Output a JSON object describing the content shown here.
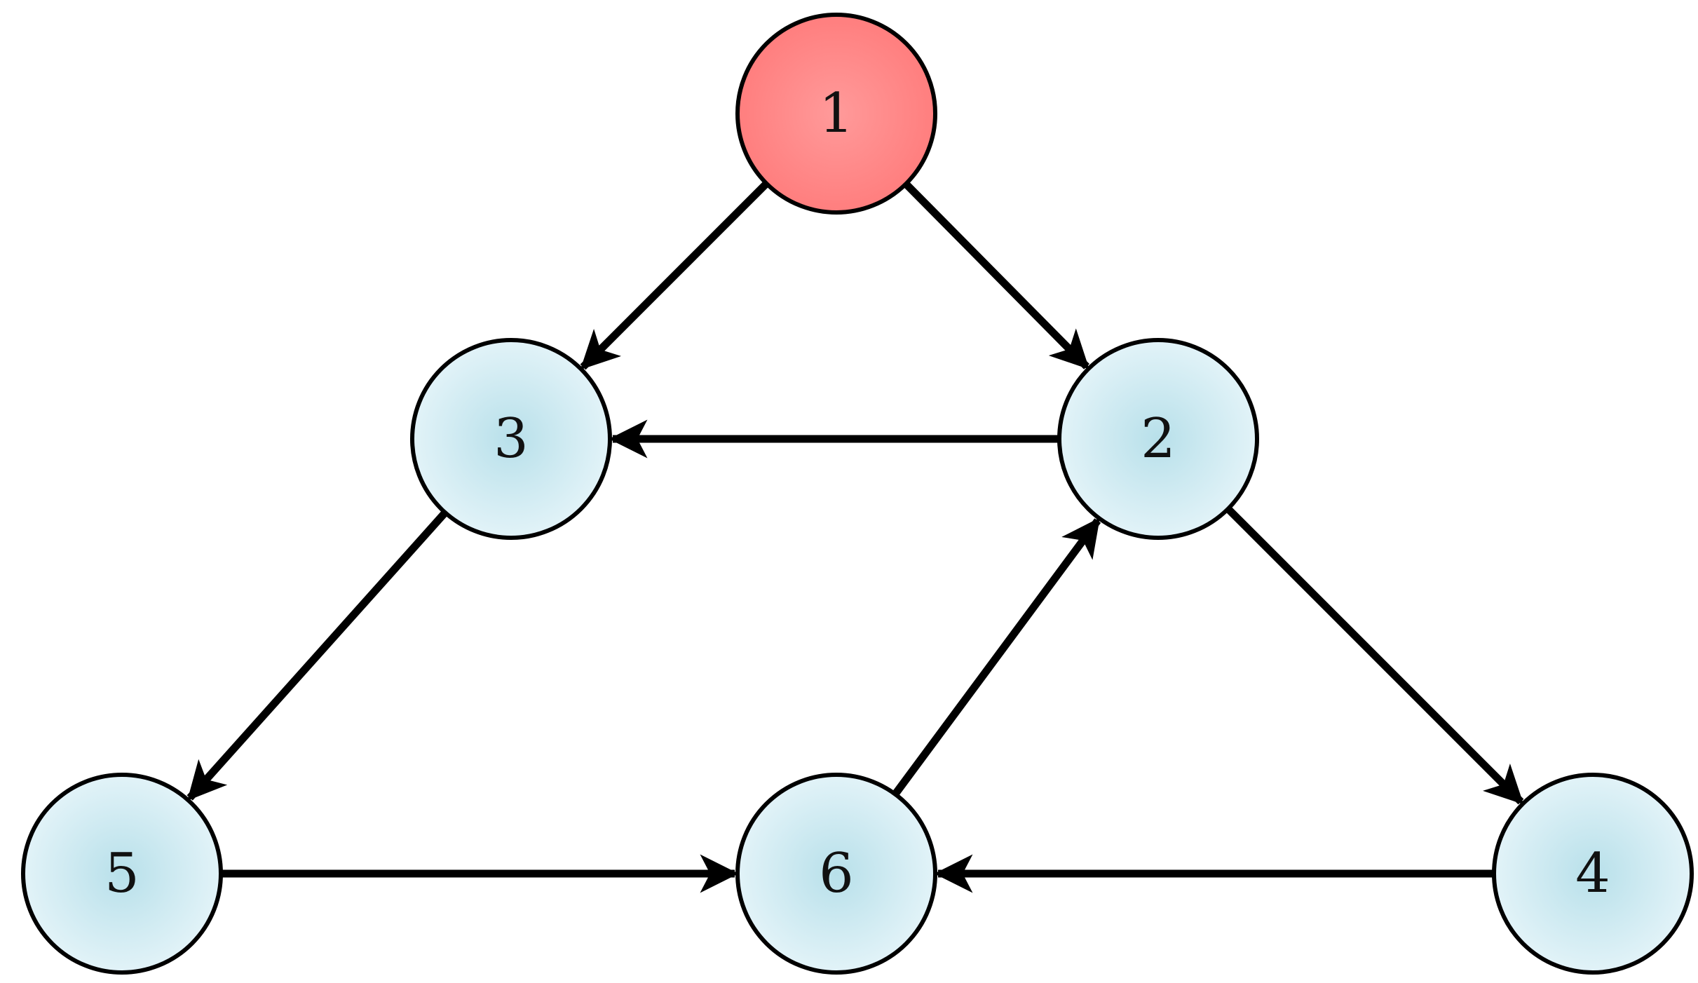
{
  "nodes": [
    {
      "id": "1",
      "label": "1",
      "fill": "highlight"
    },
    {
      "id": "2",
      "label": "2",
      "fill": "normal"
    },
    {
      "id": "3",
      "label": "3",
      "fill": "normal"
    },
    {
      "id": "4",
      "label": "4",
      "fill": "normal"
    },
    {
      "id": "5",
      "label": "5",
      "fill": "normal"
    },
    {
      "id": "6",
      "label": "6",
      "fill": "normal"
    }
  ],
  "edges": [
    {
      "from": "1",
      "to": "3"
    },
    {
      "from": "1",
      "to": "2"
    },
    {
      "from": "2",
      "to": "3"
    },
    {
      "from": "3",
      "to": "5"
    },
    {
      "from": "2",
      "to": "4"
    },
    {
      "from": "6",
      "to": "2"
    },
    {
      "from": "5",
      "to": "6"
    },
    {
      "from": "4",
      "to": "6"
    }
  ],
  "colors": {
    "highlight_center": "#ff9a9a",
    "highlight_edge": "#ff7e7e",
    "normal_center": "#b8e0ea",
    "normal_edge": "#e2f3f8",
    "stroke": "#000000"
  }
}
